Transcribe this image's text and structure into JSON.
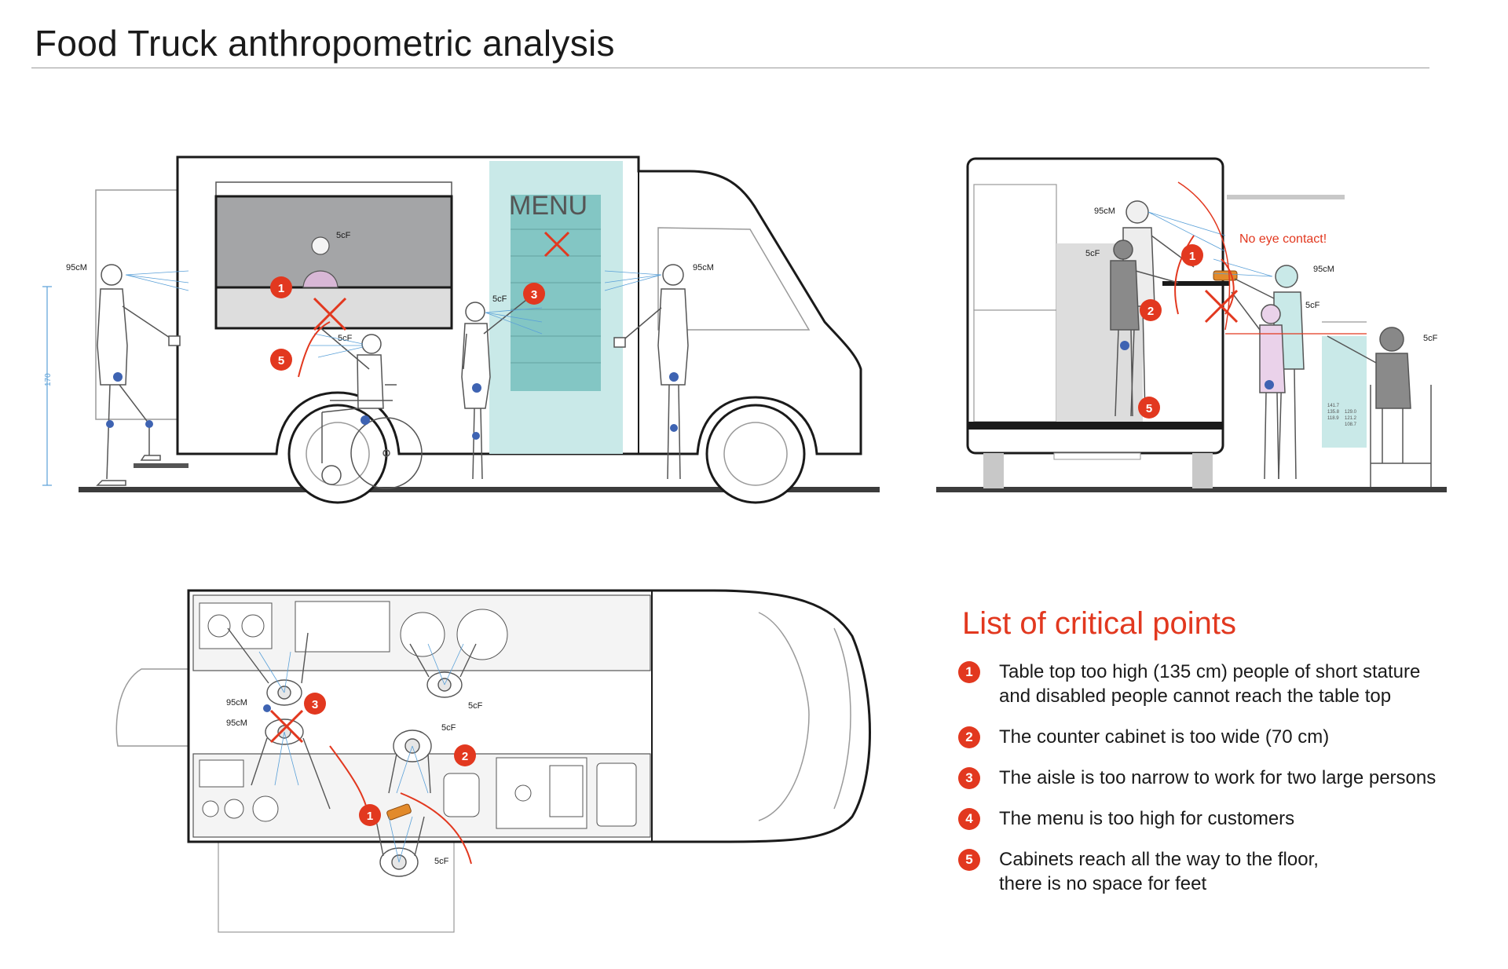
{
  "title": "Food Truck anthropometric analysis",
  "critical_points": {
    "heading": "List of critical points",
    "items": [
      {
        "num": "1",
        "text": "Table top too high (135 cm) people of short stature\nand disabled people cannot reach the table top"
      },
      {
        "num": "2",
        "text": "The counter cabinet is too wide (70 cm)"
      },
      {
        "num": "3",
        "text": "The aisle is too narrow to work for two large persons"
      },
      {
        "num": "4",
        "text": "The menu is too high for customers"
      },
      {
        "num": "5",
        "text": "Cabinets reach all the way to the floor,\nthere is no space for feet"
      }
    ]
  },
  "side_view": {
    "menu_label": "MENU",
    "label_95cm": "95cM",
    "label_5cf": "5cF",
    "height_dim": "170"
  },
  "rear_view": {
    "no_eye_contact": "No eye contact!",
    "label_95cm": "95cM",
    "label_5cf": "5cF",
    "dim_a": "141.7",
    "dim_b": "135.8",
    "dim_c": "118.9",
    "dim_d": "129.0",
    "dim_e": "121.2",
    "dim_f": "108.7"
  },
  "top_view": {
    "label_95cm": "95cM",
    "label_5cf": "5cF"
  },
  "colors": {
    "accent_red": "#e2381f",
    "menu_teal": "#c9e9e8",
    "menu_teal_dark": "#83c6c4",
    "window_gray": "#a4a5a7",
    "counter_gray": "#dddddd",
    "ground": "#3c3c3c"
  }
}
